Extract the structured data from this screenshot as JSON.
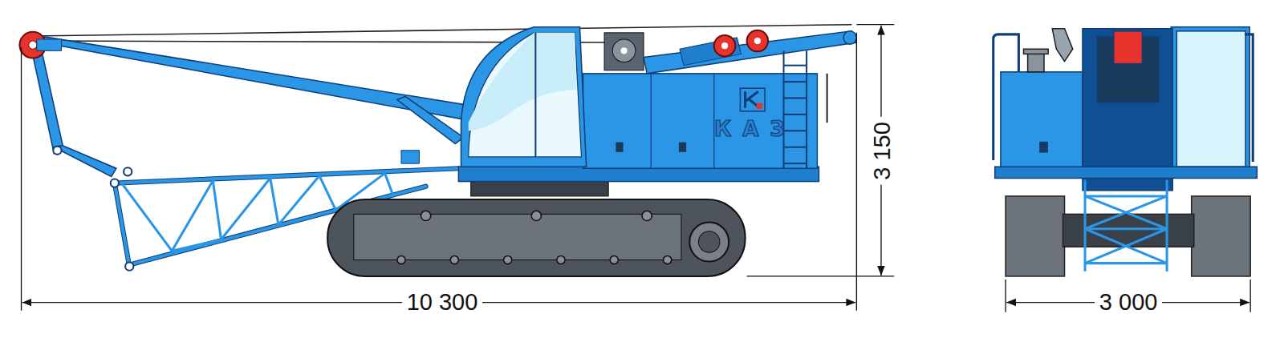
{
  "diagram": {
    "labels": [
      "КАЗ",
      "3 150",
      "10 300",
      "3 000"
    ]
  }
}
